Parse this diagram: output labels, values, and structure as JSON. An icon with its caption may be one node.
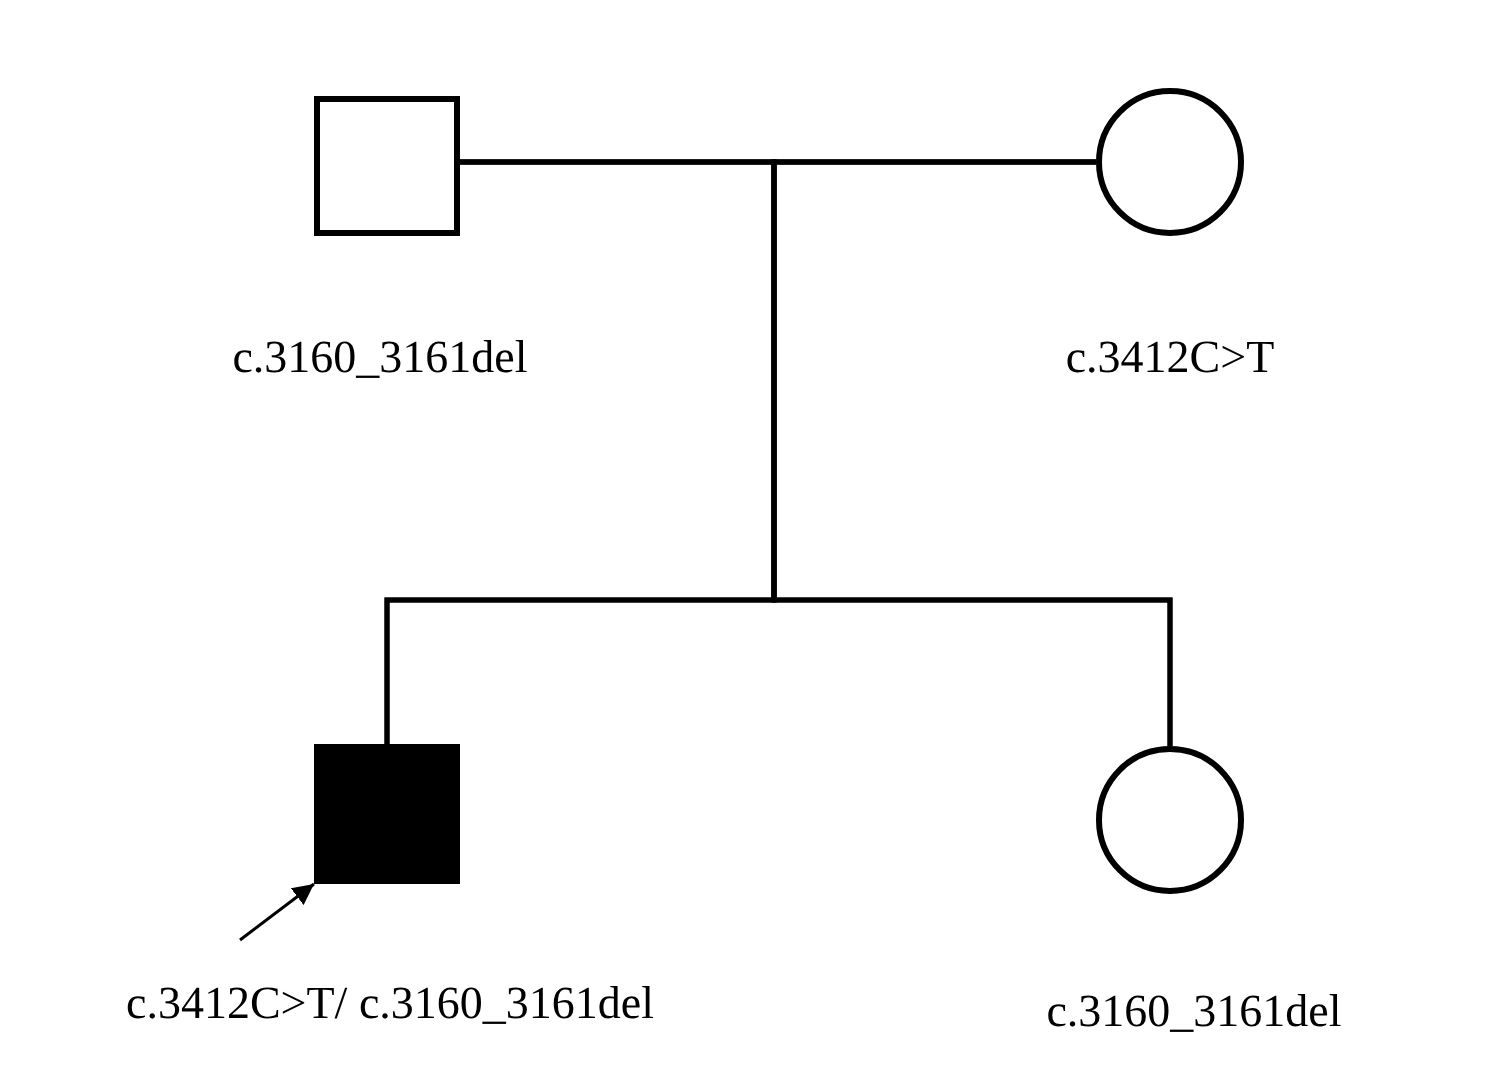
{
  "diagram": {
    "nodes": [
      {
        "text": [],
        "shape": "box",
        "beside": [
          "c.3160_3161del"
        ]
      },
      {
        "text": [],
        "shape": "circle",
        "beside": [
          "c.3412C>T"
        ]
      },
      {
        "text": [],
        "shape": "box",
        "beside": [
          "c.3412C>T/ c.3160_3161del"
        ]
      },
      {
        "text": [],
        "shape": "circle",
        "beside": [
          "c.3160_3161del"
        ]
      }
    ],
    "edges": [
      {
        "from": 0,
        "to": 1,
        "arrow": "none"
      },
      {
        "from": 0,
        "to": 2,
        "arrow": "none"
      },
      {
        "from": 1,
        "to": 2,
        "arrow": "none"
      },
      {
        "from": 0,
        "to": 3,
        "arrow": "none"
      },
      {
        "from": 1,
        "to": 3,
        "arrow": "none"
      },
      {
        "from": null,
        "to": 2,
        "arrow": "to"
      }
    ]
  }
}
